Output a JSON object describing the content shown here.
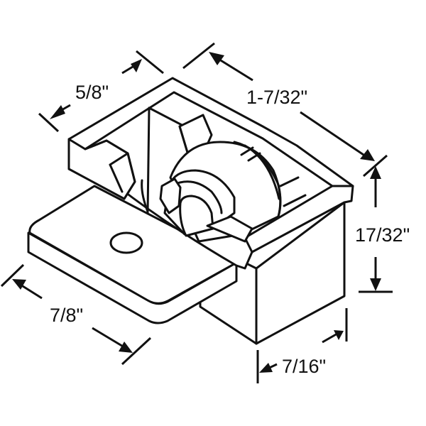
{
  "diagram": {
    "subject": "sliding door roller assembly",
    "line_color": "#111111",
    "background": "#ffffff",
    "dimensions": {
      "top_width": {
        "label": "5/8\""
      },
      "top_length": {
        "label": "1-7/32\""
      },
      "height": {
        "label": "17/32\""
      },
      "base_length": {
        "label": "7/8\""
      },
      "body_depth": {
        "label": "7/16\""
      }
    },
    "parts": [
      {
        "id": "housing",
        "name": "roller housing"
      },
      {
        "id": "wheel",
        "name": "roller wheel"
      },
      {
        "id": "mounting-tab",
        "name": "mounting tab with screw hole"
      }
    ]
  }
}
